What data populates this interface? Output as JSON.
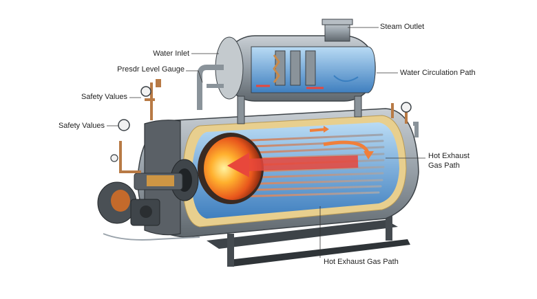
{
  "labels": {
    "steam_outlet": "Steam Outlet",
    "water_inlet": "Water Inlet",
    "level_gauge": "Presdr Level Gauge",
    "water_circulation": "Water Circulation Path",
    "safety_values_upper": "Safety Values",
    "safety_values_lower": "Safety Values",
    "hot_exhaust_right_line1": "Hot Exhaust",
    "hot_exhaust_right_line2": "Gas Path",
    "hot_exhaust_bottom": "Hot Exhaust Gas Path"
  },
  "colors": {
    "steel": "#9aa3ab",
    "steel_dark": "#4b5359",
    "water": "#5e9fd6",
    "insulation": "#e8cf8e",
    "flame": "#f28a1d",
    "flow_arrow": "#e8473b",
    "copper": "#b87a45"
  }
}
